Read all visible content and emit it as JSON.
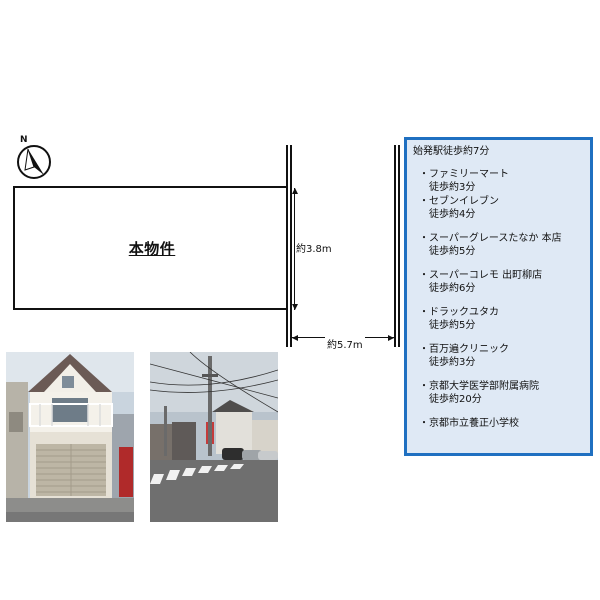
{
  "compass": {
    "letter": "N",
    "icon": "north-arrow-icon"
  },
  "property": {
    "label": "本物件"
  },
  "dimensions": {
    "height_label": "約3.8m",
    "width_label": "約5.7m"
  },
  "info": {
    "header": "始発駅徒歩約7分",
    "items": [
      {
        "name": "・ファミリーマート",
        "dist": "徒歩約3分"
      },
      {
        "name": "・セブンイレブン",
        "dist": "徒歩約4分"
      },
      {
        "name": "・スーパーグレースたなか 本店",
        "dist": "徒歩約5分"
      },
      {
        "name": "・スーパーコレモ 出町柳店",
        "dist": "徒歩約6分"
      },
      {
        "name": "・ドラックユタカ",
        "dist": "徒歩約5分"
      },
      {
        "name": "・百万遍クリニック",
        "dist": "徒歩約3分"
      },
      {
        "name": "・京都大学医学部附属病院",
        "dist": "徒歩約20分"
      },
      {
        "name": "・京都市立養正小学校",
        "dist": ""
      }
    ]
  },
  "colors": {
    "panel_border": "#1f70c1",
    "panel_bg": "#dfe9f5"
  }
}
